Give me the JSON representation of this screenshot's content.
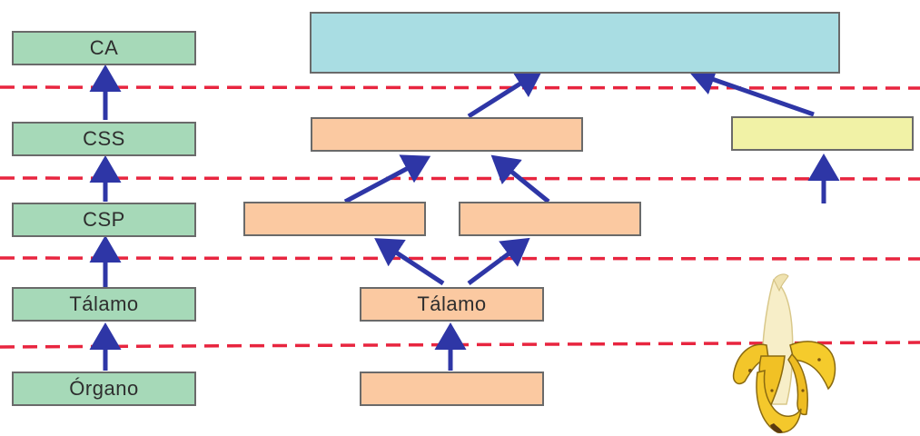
{
  "colors": {
    "green_box": "#a6d9b8",
    "orange_box": "#fbc9a1",
    "blue_box": "#a9dde3",
    "yellow_box": "#f1f2a6",
    "arrow": "#2e36a6",
    "dashed_line": "#e8253f"
  },
  "left_hierarchy": {
    "levels": [
      "CA",
      "CSS",
      "CSP",
      "Tálamo",
      "Órgano"
    ]
  },
  "right_tree": {
    "thalamus_label": "Tálamo"
  },
  "icons": {
    "banana": "peeled-banana-icon"
  }
}
